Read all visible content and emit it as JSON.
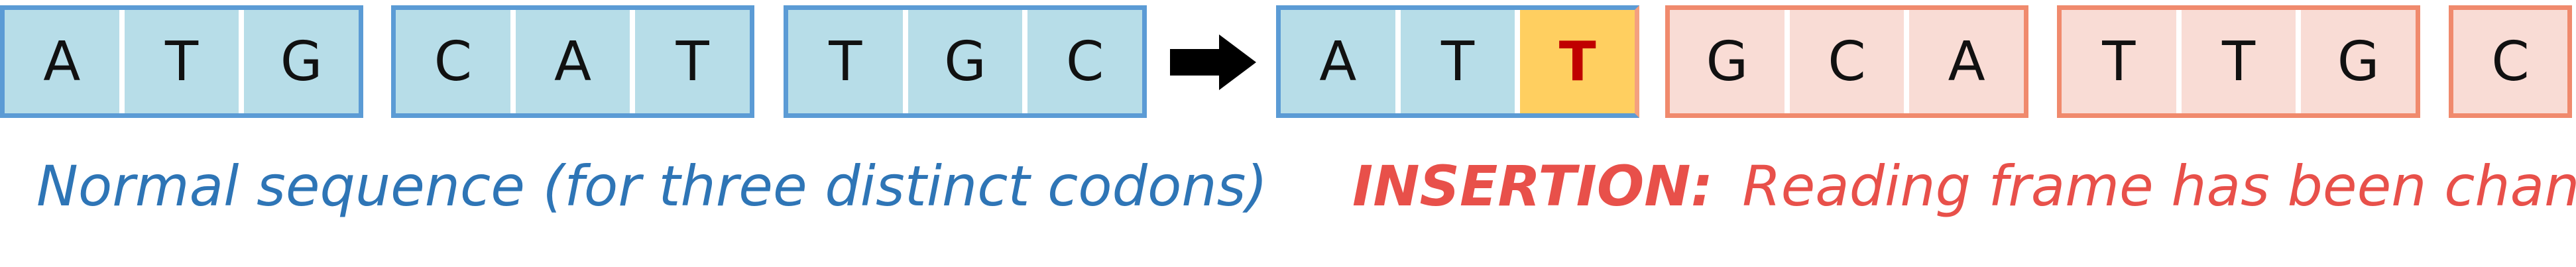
{
  "normal_codons": [
    [
      "A",
      "T",
      "G"
    ],
    [
      "C",
      "A",
      "T"
    ],
    [
      "T",
      "G",
      "C"
    ]
  ],
  "mutated_codons": [
    [
      "A",
      "T",
      "T"
    ],
    [
      "G",
      "C",
      "A"
    ],
    [
      "T",
      "T",
      "G"
    ],
    [
      "C"
    ]
  ],
  "inserted_base": "T",
  "captions": {
    "normal": "Normal sequence (for three distinct codons)",
    "insertion_label": "INSERTION:",
    "insertion_text": "Reading frame has been changed"
  },
  "colors": {
    "normal_border": "#5b9bd5",
    "normal_fill": "#b7dde8",
    "mutated_border": "#f08a6d",
    "mutated_fill": "#f9dcd5",
    "inserted_fill": "#ffcf60",
    "inserted_text": "#c00000",
    "caption_normal": "#2e75b6",
    "caption_insertion": "#e8504a"
  },
  "icons": {
    "arrow": "right-arrow-icon"
  }
}
